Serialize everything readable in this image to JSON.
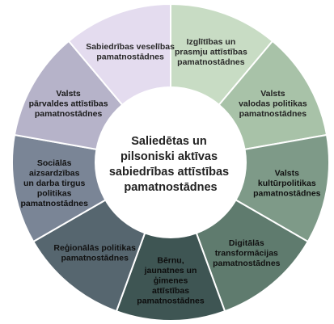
{
  "center": {
    "lines": [
      "Saliedētas un",
      "pilsoniski aktīvas",
      "sabiedrības attīstības",
      "pamatnostādnes"
    ]
  },
  "segments": [
    {
      "lines": [
        "Izglītības un",
        "prasmju attīstības",
        "pamatnostādnes"
      ],
      "color": "#c8dcc4",
      "text_color": "#2a2a2a"
    },
    {
      "lines": [
        "Valsts",
        "valodas politikas",
        "pamatnostādnes"
      ],
      "color": "#a8c2a8",
      "text_color": "#222222"
    },
    {
      "lines": [
        "Valsts",
        "kultūrpolitikas",
        "pamatnostādnes"
      ],
      "color": "#7e9a88",
      "text_color": "#111111"
    },
    {
      "lines": [
        "Digitālās",
        "transformācijas",
        "pamatnostādnes"
      ],
      "color": "#5f7b6e",
      "text_color": "#111111"
    },
    {
      "lines": [
        "Bērnu,",
        "jaunatnes un",
        "ģimenes",
        "attīstības",
        "pamatnostādnes"
      ],
      "color": "#3e5553",
      "text_color": "#0d0d0d"
    },
    {
      "lines": [
        "Reģionālās politikas",
        "pamatnostādnes"
      ],
      "color": "#56666f",
      "text_color": "#111111"
    },
    {
      "lines": [
        "Sociālās",
        "aizsardzības",
        "un darba tirgus",
        "politikas",
        "pamatnostādnes"
      ],
      "color": "#7a8596",
      "text_color": "#111111"
    },
    {
      "lines": [
        "Valsts",
        "pārvaldes attīstības",
        "pamatnostādnes"
      ],
      "color": "#b6b3c9",
      "text_color": "#1a1a1a"
    },
    {
      "lines": [
        "Sabiedrības veselības",
        "pamatnostādnes"
      ],
      "color": "#e4dcef",
      "text_color": "#2a2a2a"
    }
  ]
}
